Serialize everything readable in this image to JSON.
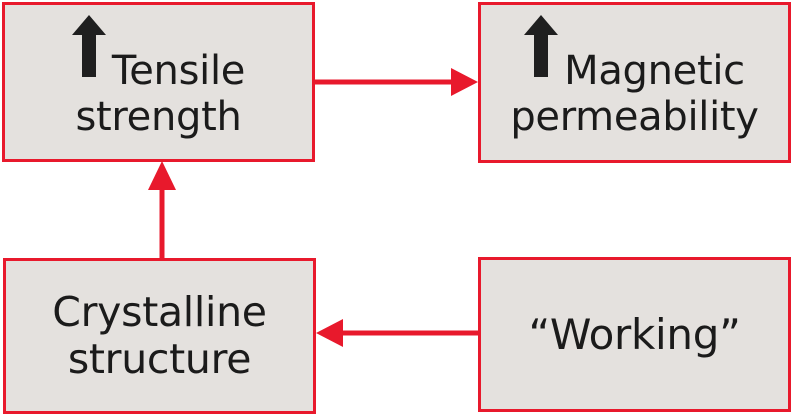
{
  "diagram": {
    "type": "flow-diagram",
    "background_color": "#ffffff",
    "node_fill_color": "#e4e1de",
    "node_border_color": "#e8192c",
    "edge_color": "#e8192c",
    "text_color": "#1b1b1b",
    "icon_color": "#1f1f1f",
    "nodes": [
      {
        "id": "tensile-strength",
        "icon": "up-arrow-icon",
        "line1": "Tensile",
        "line2": "strength",
        "text": "Tensile strength"
      },
      {
        "id": "magnetic-permeability",
        "icon": "up-arrow-icon",
        "line1": "Magnetic",
        "line2": "permeability",
        "text": "Magnetic permeability"
      },
      {
        "id": "crystalline-structure",
        "icon": null,
        "line1": "Crystalline",
        "line2": "structure",
        "text": "Crystalline structure"
      },
      {
        "id": "working",
        "icon": null,
        "line1": "“Working”",
        "line2": "",
        "text": "“Working”"
      }
    ],
    "edges": [
      {
        "id": "edge-tensile-to-magnetic",
        "from": "tensile-strength",
        "to": "magnetic-permeability",
        "direction": "right"
      },
      {
        "id": "edge-crystalline-to-tensile",
        "from": "crystalline-structure",
        "to": "tensile-strength",
        "direction": "up"
      },
      {
        "id": "edge-working-to-crystalline",
        "from": "working",
        "to": "crystalline-structure",
        "direction": "left"
      }
    ]
  }
}
